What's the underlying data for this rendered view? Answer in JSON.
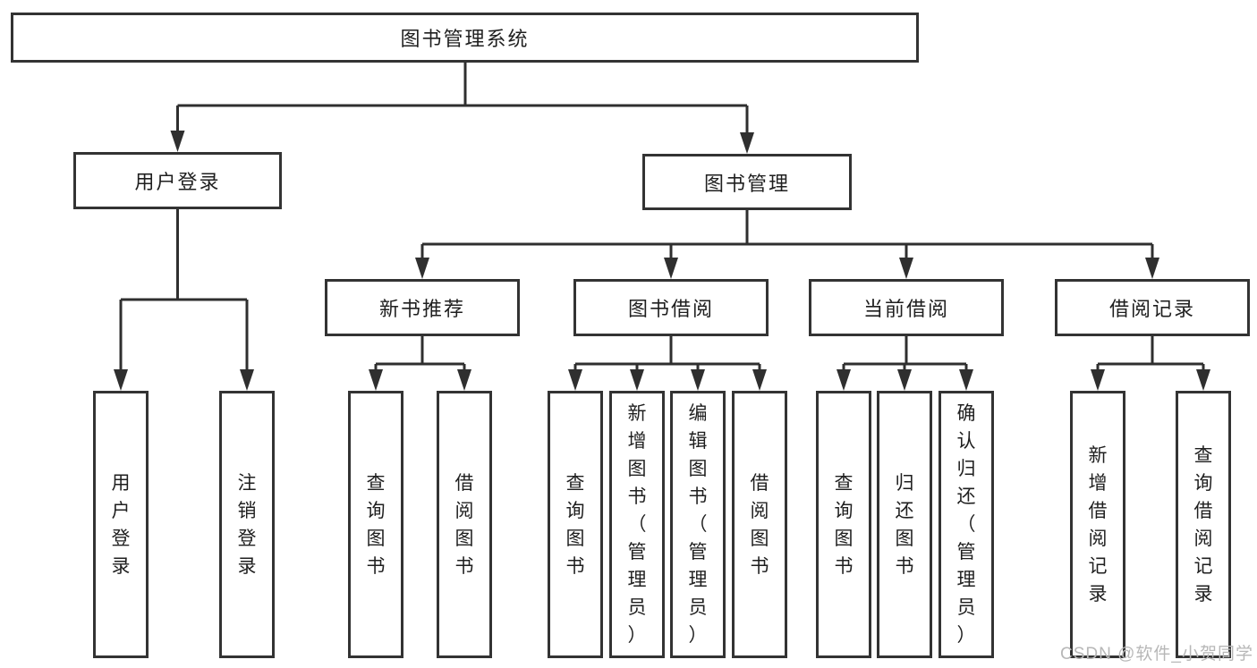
{
  "diagram": {
    "type": "hierarchy-tree",
    "root": {
      "label": "图书管理系统"
    },
    "level1": [
      {
        "label": "用户登录"
      },
      {
        "label": "图书管理"
      }
    ],
    "level2": [
      {
        "label": "新书推荐",
        "parent": "图书管理"
      },
      {
        "label": "图书借阅",
        "parent": "图书管理"
      },
      {
        "label": "当前借阅",
        "parent": "图书管理"
      },
      {
        "label": "借阅记录",
        "parent": "图书管理"
      }
    ],
    "leaves": [
      {
        "label": "用户登录",
        "parent": "用户登录"
      },
      {
        "label": "注销登录",
        "parent": "用户登录"
      },
      {
        "label": "查询图书",
        "parent": "新书推荐"
      },
      {
        "label": "借阅图书",
        "parent": "新书推荐"
      },
      {
        "label": "查询图书",
        "parent": "图书借阅"
      },
      {
        "label": "新增图书（管理员）",
        "parent": "图书借阅"
      },
      {
        "label": "编辑图书（管理员）",
        "parent": "图书借阅"
      },
      {
        "label": "借阅图书",
        "parent": "图书借阅"
      },
      {
        "label": "查询图书",
        "parent": "当前借阅"
      },
      {
        "label": "归还图书",
        "parent": "当前借阅"
      },
      {
        "label": "确认归还（管理员）",
        "parent": "当前借阅"
      },
      {
        "label": "新增借阅记录",
        "parent": "借阅记录"
      },
      {
        "label": "查询借阅记录",
        "parent": "借阅记录"
      }
    ],
    "colors": {
      "line": "#2f2f2f",
      "box_border": "#333333",
      "box_fill": "#ffffff",
      "text": "#1f1f1f",
      "watermark_text": "#b7b7b7"
    }
  },
  "watermark": {
    "text": "CSDN @软件_小贺同学"
  }
}
